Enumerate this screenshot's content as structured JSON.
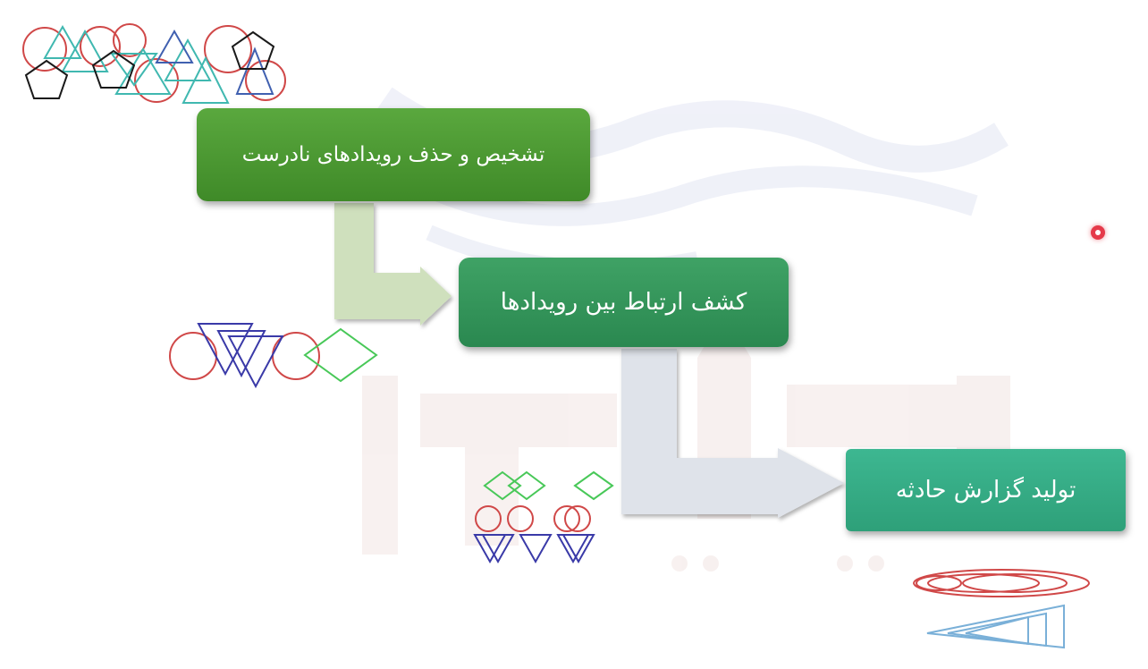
{
  "diagram": {
    "steps": [
      {
        "label": "تشخیص و حذف رویدادهای نادرست",
        "color": "#4a9a33"
      },
      {
        "label": "کشف ارتباط بین رویدادها",
        "color": "#359558"
      },
      {
        "label": "تولید گزارش حادثه",
        "color": "#35ab84"
      }
    ]
  },
  "colors": {
    "arrow_1": "#cfe0bd",
    "arrow_2": "#dfe3ea",
    "watermark_blue": "#eef0f8",
    "watermark_red": "#f7efee"
  }
}
